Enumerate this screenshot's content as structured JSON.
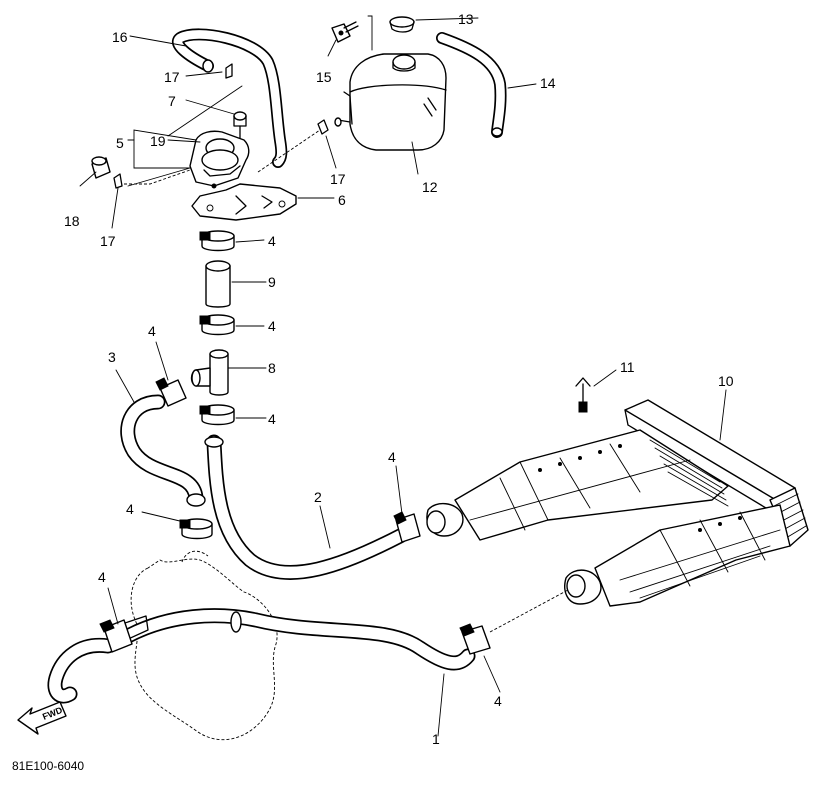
{
  "diagram_code": "81E100-6040",
  "fwd_label": "FWD",
  "callouts": {
    "c1": "1",
    "c2": "2",
    "c3": "3",
    "c4a": "4",
    "c4b": "4",
    "c4c": "4",
    "c4d": "4",
    "c4e": "4",
    "c4f": "4",
    "c4g": "4",
    "c4h": "4",
    "c5": "5",
    "c6": "6",
    "c7": "7",
    "c8": "8",
    "c9": "9",
    "c10": "10",
    "c11": "11",
    "c12": "12",
    "c13": "13",
    "c14": "14",
    "c15": "15",
    "c16": "16",
    "c17a": "17",
    "c17b": "17",
    "c17c": "17",
    "c18": "18",
    "c19": "19"
  }
}
